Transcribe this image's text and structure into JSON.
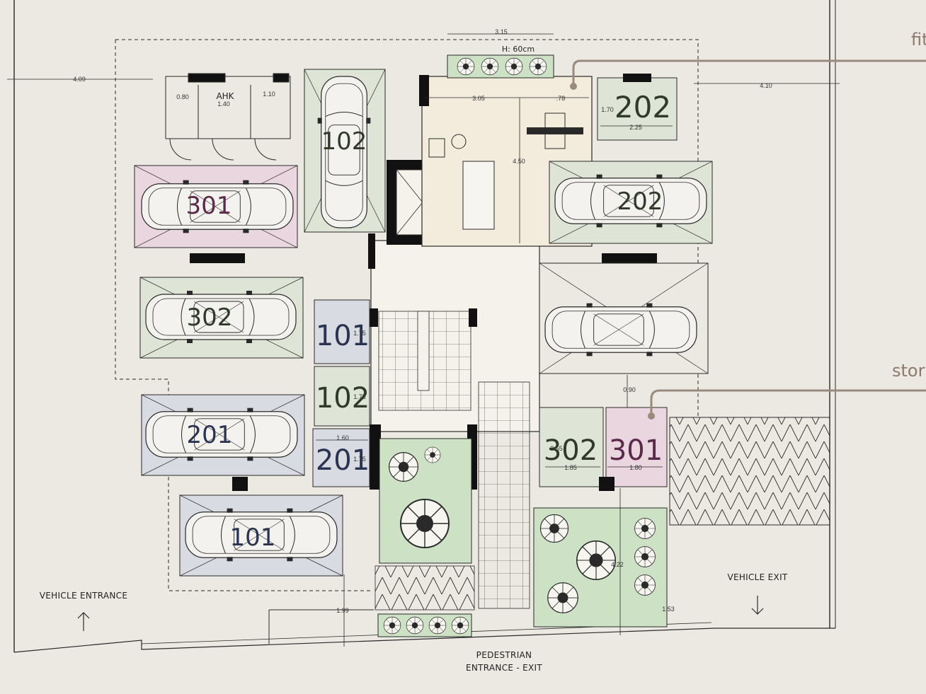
{
  "colors": {
    "background": "#ece8e2",
    "line": "#2a2a2a",
    "pink_fill": "#ead6df",
    "green_fill": "#dfe5d6",
    "blue_fill": "#d9dbe2",
    "garden_fill": "#cde2c4",
    "gym_fill": "#f3ecdc",
    "label_green": "#2f3a2a",
    "label_purple": "#5a2a4a",
    "label_blue": "#2a3450",
    "callout": "#9a8a7c"
  },
  "callouts": {
    "top_right": "fit",
    "mid_right": "stor"
  },
  "captions": {
    "vehicle_entrance": "VEHICLE ENTRANCE",
    "vehicle_exit": "VEHICLE EXIT",
    "pedestrian_line1": "PEDESTRIAN",
    "pedestrian_line2": "ENTRANCE - EXIT"
  },
  "parking": {
    "p301": "301",
    "p302": "302",
    "p201": "201",
    "p101": "101",
    "p102": "102",
    "p202": "202"
  },
  "storage": {
    "s202": "202",
    "s101": "101",
    "s102": "102",
    "s201": "201",
    "s302": "302",
    "s301": "301"
  },
  "bike_room": {
    "label": "AHK"
  },
  "planter": {
    "height_note": "H: 60cm"
  },
  "dimensions": {
    "d_top_315": "3.15",
    "d_left_409": "4.09",
    "d_right_410": "4.10",
    "d_080": "0.80",
    "d_140": "1.40",
    "d_110": "1.10",
    "d_305": "3.05",
    "d_078": ".78",
    "d_450": "4.50",
    "d_170": "1.70",
    "d_225": "2.25",
    "d_175a": "1.75",
    "d_175b": "1.75",
    "d_160": "1.60",
    "d_175c": "1.75",
    "d_090": "0.90",
    "d_255": "2.55",
    "d_185": "1.85",
    "d_180": "1.80",
    "d_199": "1.99",
    "d_422": "4.22",
    "d_153": "1.53"
  }
}
